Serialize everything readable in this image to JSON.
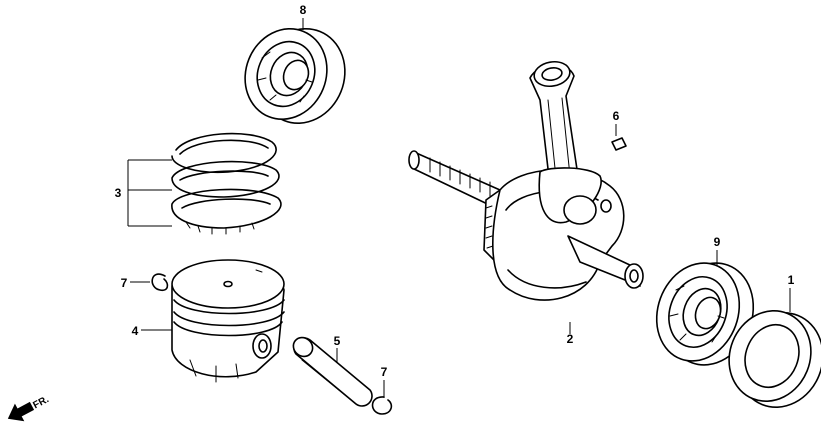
{
  "labels": {
    "p1": "1",
    "p2": "2",
    "p3": "3",
    "p4": "4",
    "p5": "5",
    "p6": "6",
    "p7a": "7",
    "p7b": "7",
    "p8": "8",
    "p9": "9"
  },
  "front_indicator": "FR.",
  "colors": {
    "line": "#000000",
    "background": "#ffffff"
  }
}
